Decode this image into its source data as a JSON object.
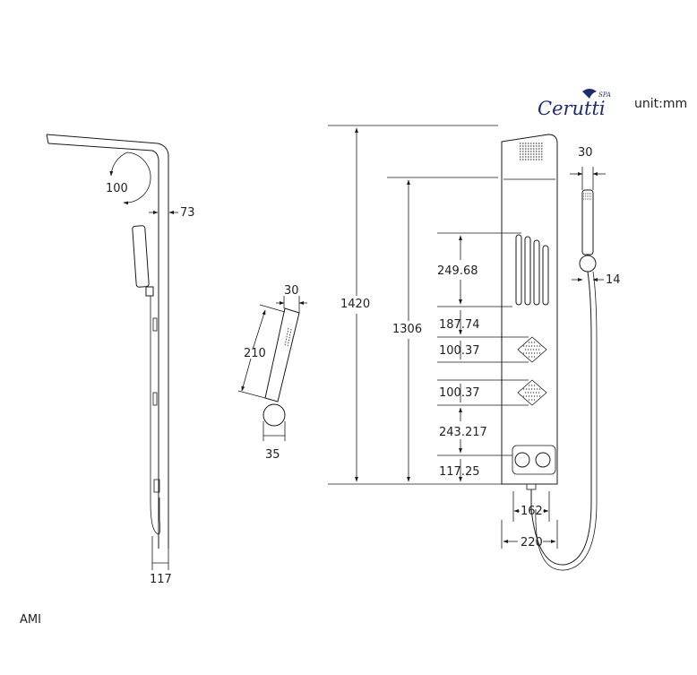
{
  "brand": {
    "logo_text": "Cerutti",
    "logo_sup": "SPA",
    "logo_color": "#1f2a6e"
  },
  "unit_label": "unit:mm",
  "model_label": "AMI",
  "side_view": {
    "arm_angle": "100",
    "arm_depth": "73",
    "base_width": "117"
  },
  "hand_shower": {
    "head_width": "30",
    "length": "210",
    "holder_width": "35"
  },
  "front_view": {
    "total_height": "1420",
    "body_height": "1306",
    "top_width": "30",
    "hose_offset": "14",
    "segment_waterfall": "249.68",
    "segment_1": "187.74",
    "segment_2": "100.37",
    "segment_3": "100.37",
    "segment_4": "243.217",
    "segment_5": "117.25",
    "valve_spacing": "162",
    "panel_width": "220"
  }
}
